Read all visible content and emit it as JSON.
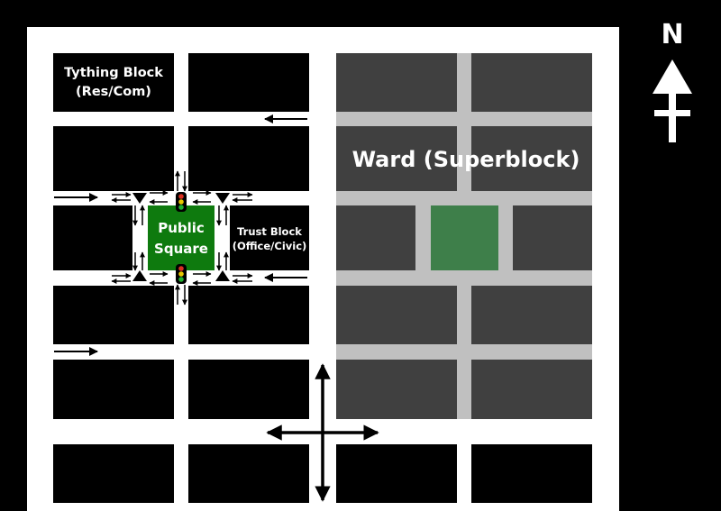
{
  "labels": {
    "tything_block_line1": "Tything Block",
    "tything_block_line2": "(Res/Com)",
    "trust_block_line1": "Trust Block",
    "trust_block_line2": "(Office/Civic)",
    "public_square_line1": "Public",
    "public_square_line2": "Square",
    "ward": "Ward (Superblock)",
    "north": "N"
  },
  "colors": {
    "background": "#000000",
    "street": "#ffffff",
    "block": "#000000",
    "ward_block": "#404040",
    "ward_street": "#c0c0c0",
    "public_square": "#0e7a0e",
    "ward_square": "#3e7f4a",
    "traffic_red": "#d93020",
    "traffic_yellow": "#e8c800",
    "traffic_green": "#20b030"
  },
  "icons": {
    "compass": "north-arrow-icon",
    "crossroads": "four-way-arrow-icon",
    "traffic_light": "traffic-light-icon"
  }
}
